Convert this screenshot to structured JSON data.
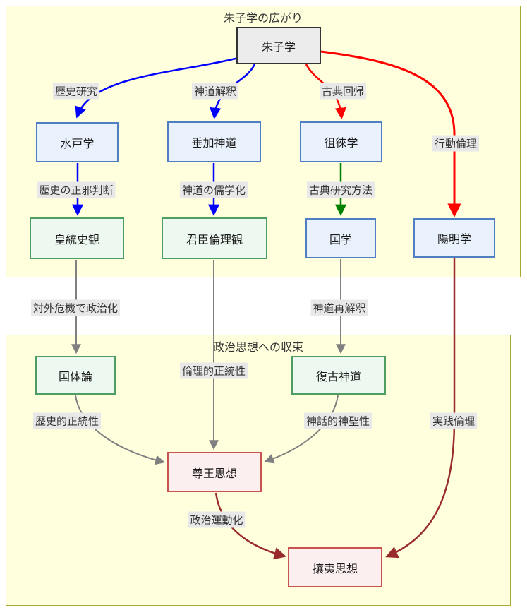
{
  "clusters": {
    "top": {
      "title": "朱子学の広がり"
    },
    "bottom": {
      "title": "政治思想への収束"
    }
  },
  "nodes": {
    "shushigaku": {
      "label": "朱子学"
    },
    "mitogaku": {
      "label": "水戸学"
    },
    "suika": {
      "label": "垂加神道"
    },
    "soraigaku": {
      "label": "徂徠学"
    },
    "yomeigaku": {
      "label": "陽明学"
    },
    "koto_shikan": {
      "label": "皇統史観"
    },
    "kunshin": {
      "label": "君臣倫理観"
    },
    "kokugaku": {
      "label": "国学"
    },
    "kokutairon": {
      "label": "国体論"
    },
    "fukko": {
      "label": "復古神道"
    },
    "sonno": {
      "label": "尊王思想"
    },
    "joi": {
      "label": "攘夷思想"
    }
  },
  "edges": {
    "rekishi_kenkyu": {
      "label": "歴史研究",
      "from": "朱子学",
      "to": "水戸学",
      "color": "#0000FF"
    },
    "shinto_kaishaku": {
      "label": "神道解釈",
      "from": "朱子学",
      "to": "垂加神道",
      "color": "#0000FF"
    },
    "koten_kaiki": {
      "label": "古典回帰",
      "from": "朱子学",
      "to": "徂徠学",
      "color": "#FF0000"
    },
    "kodo_rinri": {
      "label": "行動倫理",
      "from": "朱子学",
      "to": "陽明学",
      "color": "#FF0000"
    },
    "seija_handan": {
      "label": "歴史の正邪判断",
      "from": "水戸学",
      "to": "皇統史観",
      "color": "#0000FF"
    },
    "jugakuka": {
      "label": "神道の儒学化",
      "from": "垂加神道",
      "to": "君臣倫理観",
      "color": "#0000FF"
    },
    "koten_kenkyu": {
      "label": "古典研究方法",
      "from": "徂徠学",
      "to": "国学",
      "color": "#008000"
    },
    "seijika": {
      "label": "対外危機で政治化",
      "from": "皇統史観",
      "to": "国体論",
      "color": "#808080"
    },
    "rinriteki": {
      "label": "倫理的正統性",
      "from": "君臣倫理観",
      "to": "尊王思想",
      "color": "#808080"
    },
    "saikaishaku": {
      "label": "神道再解釈",
      "from": "国学",
      "to": "復古神道",
      "color": "#808080"
    },
    "rekishiteki": {
      "label": "歴史的正統性",
      "from": "国体論",
      "to": "尊王思想",
      "color": "#808080"
    },
    "shinwateki": {
      "label": "神話的神聖性",
      "from": "復古神道",
      "to": "尊王思想",
      "color": "#808080"
    },
    "jissen_rinri": {
      "label": "実践倫理",
      "from": "陽明学",
      "to": "攘夷思想",
      "color": "#992B2B"
    },
    "seiji_undoka": {
      "label": "政治運動化",
      "from": "尊王思想",
      "to": "攘夷思想",
      "color": "#992B2B"
    }
  },
  "colors": {
    "cluster_fill": "#FFFFDE",
    "cluster_border": "#AAAA33",
    "root_fill": "#ECECEC",
    "root_border": "#333333",
    "blue_fill": "#E9F1FC",
    "blue_border": "#4F7EC2",
    "green_fill": "#EDF8F0",
    "green_border": "#4E9E64",
    "pink_fill": "#FCEFEF",
    "pink_border": "#C8534F",
    "edge_blue": "#0000FF",
    "edge_red": "#FF0000",
    "edge_green": "#008000",
    "edge_gray": "#808080",
    "edge_darkred": "#992B2B",
    "label_bg": "#E8E8E8"
  }
}
